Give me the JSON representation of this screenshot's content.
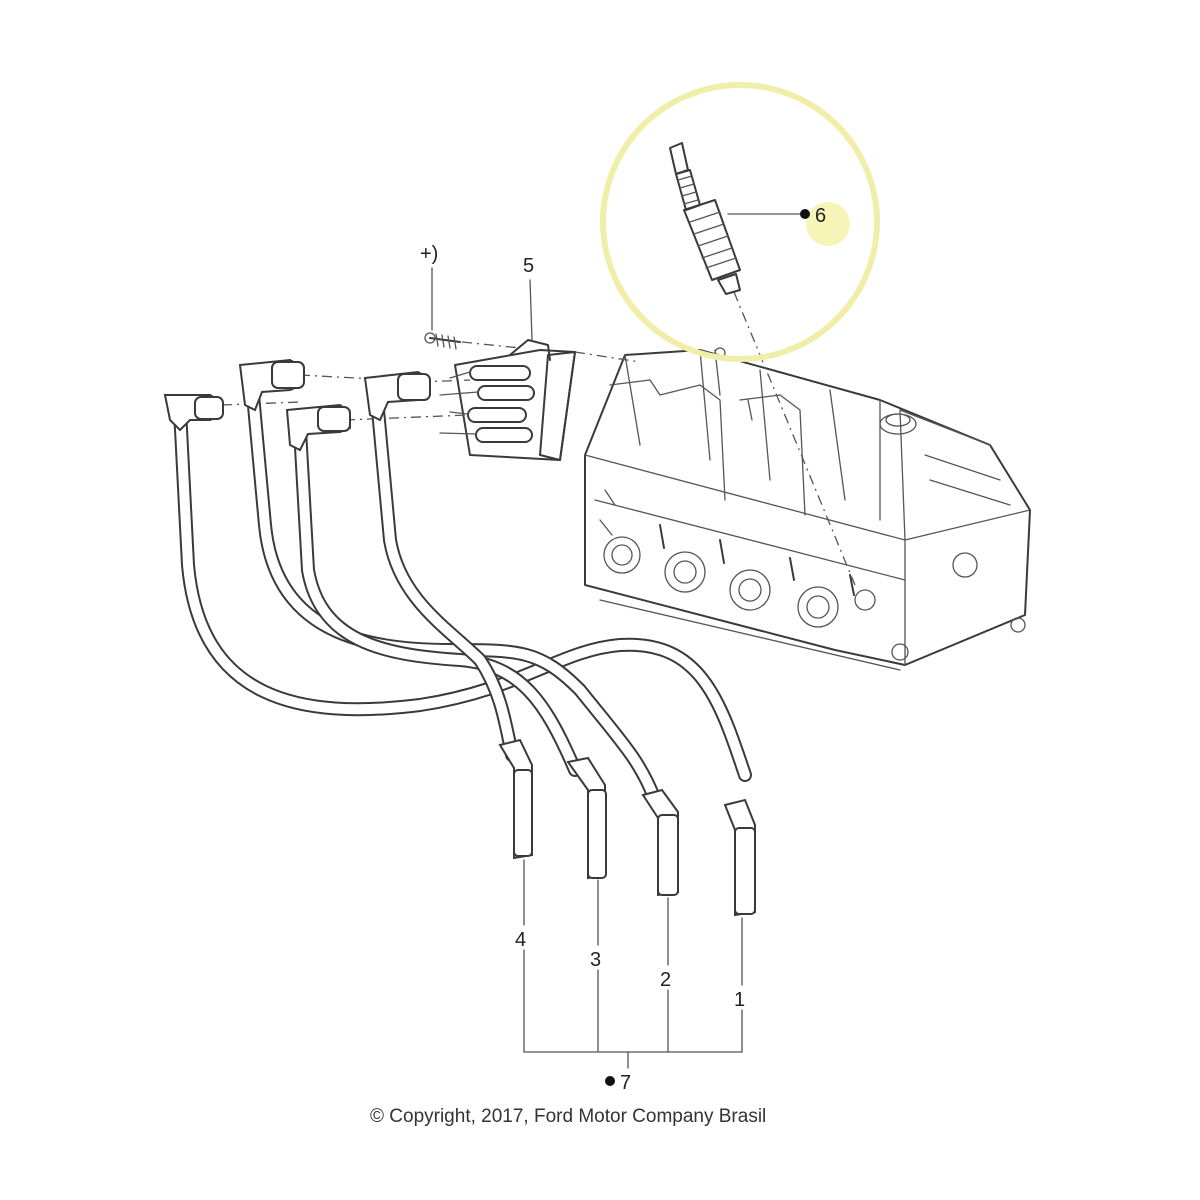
{
  "callouts": {
    "fastener_note": "+)",
    "coil": "5",
    "spark_plug": "6",
    "harness": "7",
    "lead_1": "1",
    "lead_2": "2",
    "lead_3": "3",
    "lead_4": "4"
  },
  "copyright": "© Copyright, 2017, Ford Motor Company Brasil",
  "colors": {
    "highlight_ring": "#f0eea8",
    "highlight_dot": "#f4f0a0",
    "line": "#3a3a3a"
  }
}
